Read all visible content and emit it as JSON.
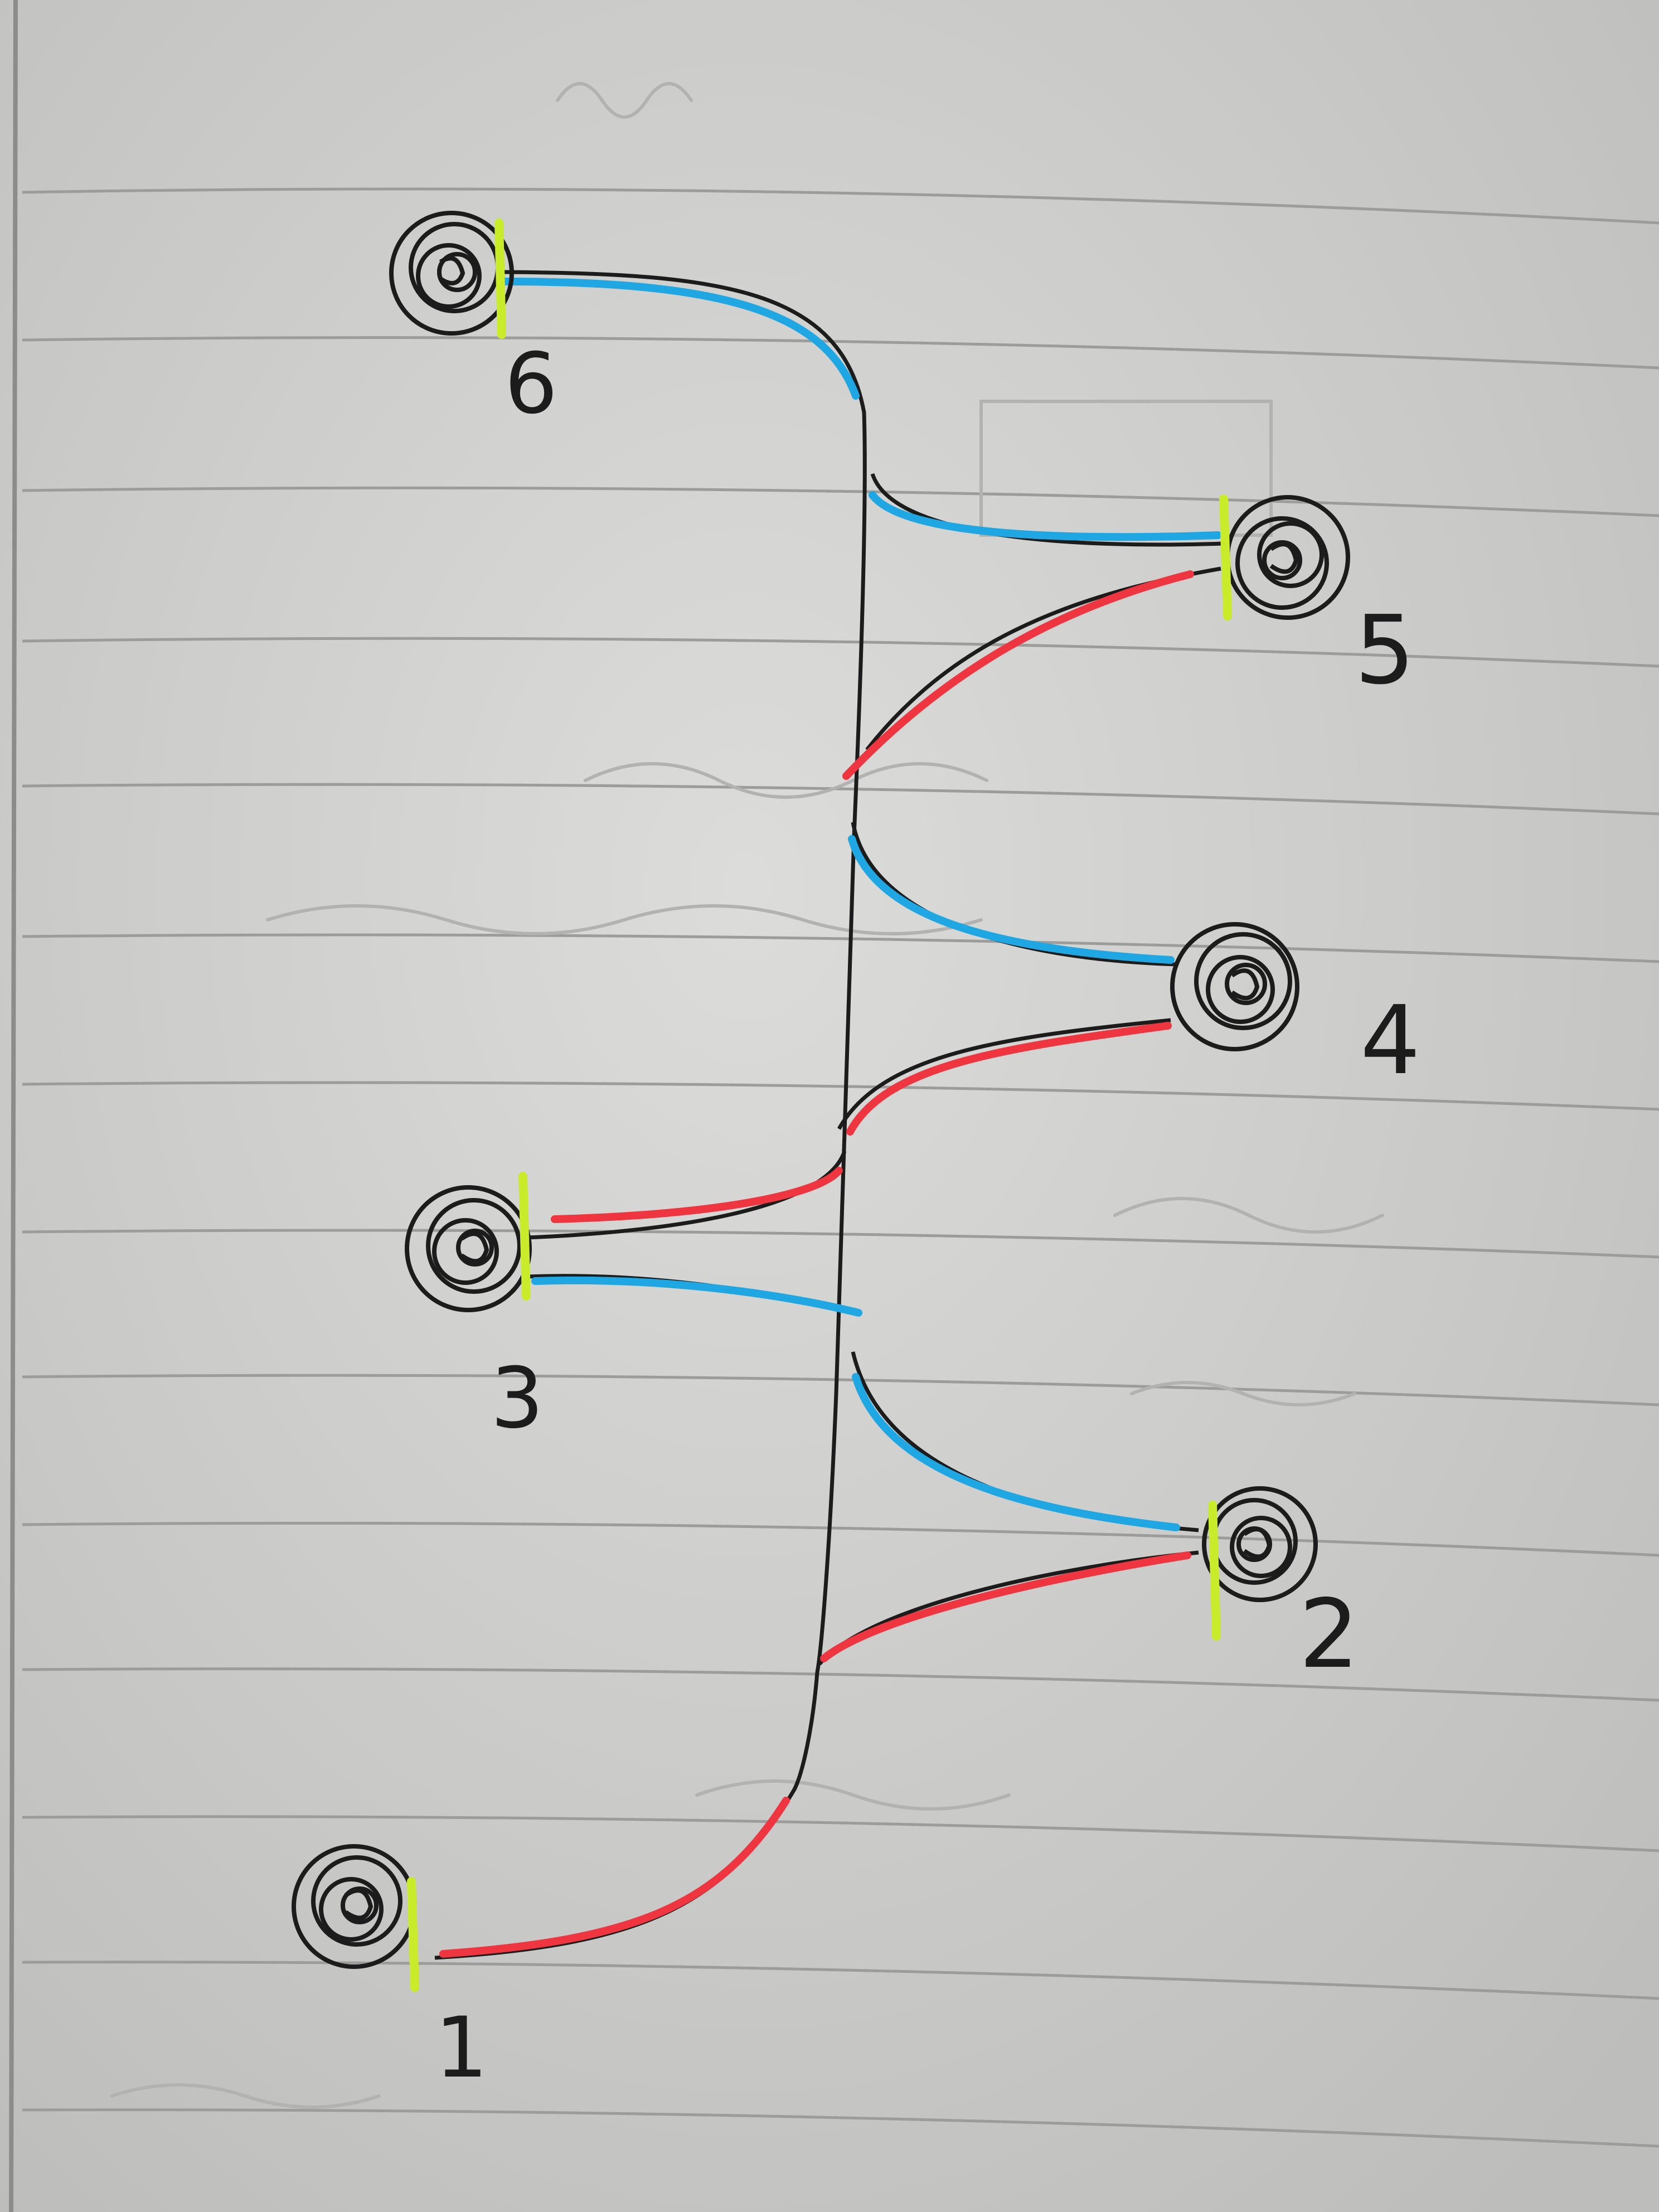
{
  "diagram": {
    "nodes": [
      {
        "id": "node-6",
        "label": "6",
        "connectors": [
          "blue"
        ]
      },
      {
        "id": "node-5",
        "label": "5",
        "connectors": [
          "blue",
          "red"
        ]
      },
      {
        "id": "node-4",
        "label": "4",
        "connectors": [
          "blue",
          "red"
        ]
      },
      {
        "id": "node-3",
        "label": "3",
        "connectors": [
          "red",
          "blue"
        ]
      },
      {
        "id": "node-2",
        "label": "2",
        "connectors": [
          "blue",
          "red"
        ]
      },
      {
        "id": "node-1",
        "label": "1",
        "connectors": [
          "red"
        ]
      }
    ],
    "colors": {
      "wire_black": "#1c1c1c",
      "wire_blue": "#1fa7e3",
      "wire_red": "#ee3540",
      "marker_green": "#c8ec2a",
      "paper": "#d2d2d0",
      "ruling": "#9a9a98",
      "ghost_text": "#b4b4b2"
    }
  }
}
